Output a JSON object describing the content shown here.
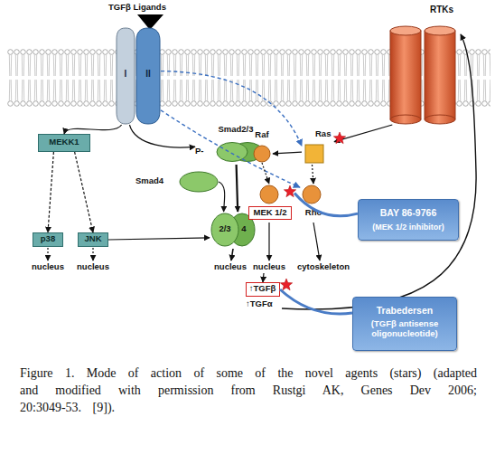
{
  "diagram": {
    "caption": "Figure 1. Mode of action of some of the novel agents (stars) (adapted and modified with permission from Rustgi AK, Genes Dev 2006; 20:3049-53. [9]).",
    "nodes": [
      {
        "text": [
          "I"
        ]
      },
      {
        "text": [
          "II"
        ]
      },
      {
        "text": [
          "RTKs"
        ]
      },
      {
        "text": [
          "MEKK1"
        ]
      },
      {
        "text": [
          "Smad2/3",
          "P-"
        ]
      },
      {
        "text": [
          "Smad4"
        ]
      },
      {
        "text": [
          "Raf"
        ]
      },
      {
        "text": [
          "Ras"
        ]
      },
      {
        "text": [
          "p38"
        ]
      },
      {
        "text": [
          "JNK"
        ]
      },
      {
        "text": [
          "2/3",
          "4"
        ]
      },
      {
        "text": [
          "MEK 1/2"
        ]
      },
      {
        "text": [
          "Rho"
        ]
      },
      {
        "text": [
          "↑TGFβ"
        ]
      },
      {
        "text": [
          "BAY 86-9766",
          "(MEK 1/2 inhibitor)"
        ]
      },
      {
        "text": [
          "Trabedersen",
          "(TGFβ antisense oligonucleotide)"
        ]
      }
    ],
    "edges": [
      {
        "from": 0,
        "to": 3,
        "arrow": "to"
      },
      {
        "from": 0,
        "to": 4,
        "arrow": "to"
      },
      {
        "from": 3,
        "to": 8,
        "arrow": "to"
      },
      {
        "from": 3,
        "to": 9,
        "arrow": "to"
      },
      {
        "from": 9,
        "to": 10,
        "arrow": "to"
      },
      {
        "from": 4,
        "to": 10,
        "arrow": "to"
      },
      {
        "from": 5,
        "to": 10,
        "arrow": "to"
      },
      {
        "from": 1,
        "to": 7,
        "arrow": "to"
      },
      {
        "from": 1,
        "to": 12,
        "arrow": "to"
      },
      {
        "from": 2,
        "to": 7,
        "arrow": "to"
      },
      {
        "from": 7,
        "to": 6,
        "arrow": "to"
      },
      {
        "from": 6,
        "to": 11,
        "arrow": "to"
      },
      {
        "from": 7,
        "to": 12,
        "arrow": "to"
      },
      {
        "from": 14,
        "to": 11,
        "arrow": "none"
      },
      {
        "from": 15,
        "to": 13,
        "arrow": "none"
      }
    ],
    "labels": [
      "TGFβ Ligands",
      "nucleus",
      "nucleus",
      "nucleus",
      "nucleus",
      "cytoskeleton",
      "↑TGFα"
    ]
  }
}
